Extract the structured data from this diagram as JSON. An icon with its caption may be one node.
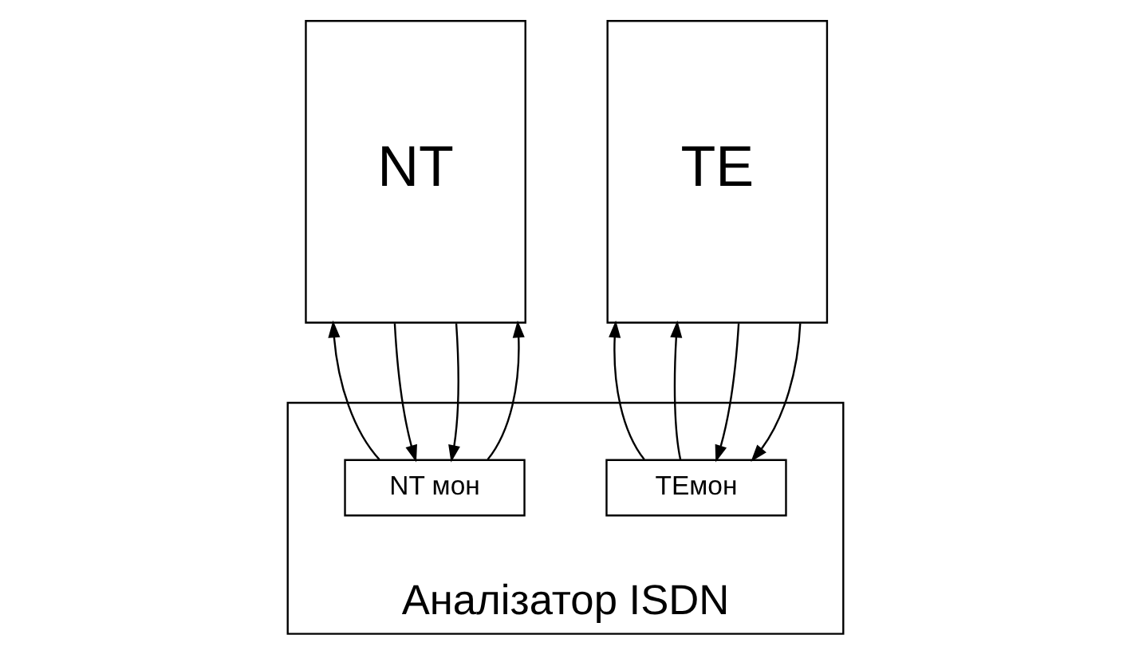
{
  "diagram": {
    "nodes": [
      {
        "text": [
          "NT"
        ]
      },
      {
        "text": [
          "TE"
        ]
      },
      {
        "text": [
          "Аналізатор ISDN"
        ]
      },
      {
        "text": [
          "NT мон"
        ],
        "in": 2
      },
      {
        "text": [
          "TEмон"
        ],
        "in": 2
      }
    ],
    "edges": [
      {
        "from": 0,
        "to": 3,
        "arrow": "to"
      },
      {
        "from": 0,
        "to": 3,
        "arrow": "to"
      },
      {
        "from": 3,
        "to": 0,
        "arrow": "to"
      },
      {
        "from": 3,
        "to": 0,
        "arrow": "to"
      },
      {
        "from": 4,
        "to": 1,
        "arrow": "to"
      },
      {
        "from": 4,
        "to": 1,
        "arrow": "to"
      },
      {
        "from": 1,
        "to": 4,
        "arrow": "to"
      },
      {
        "from": 1,
        "to": 4,
        "arrow": "to"
      }
    ]
  }
}
